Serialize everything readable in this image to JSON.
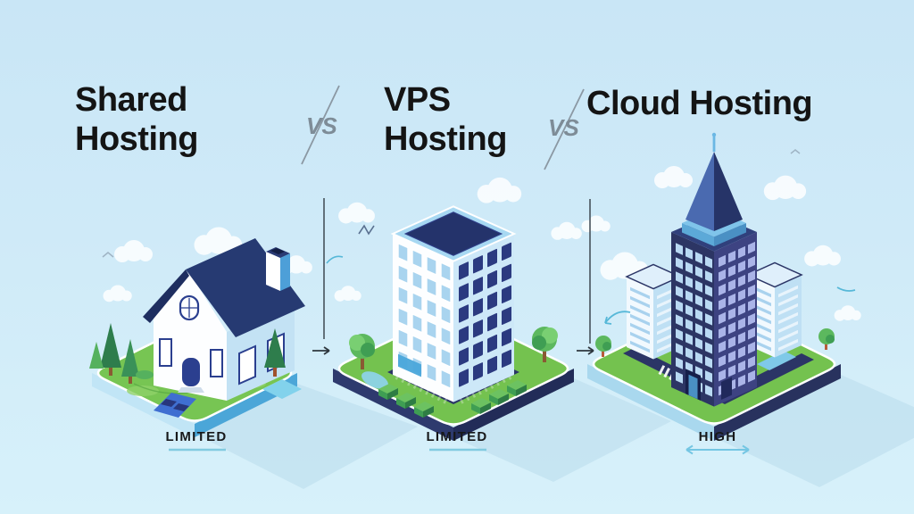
{
  "infographic": {
    "description": "Isometric comparison of web hosting types",
    "vs_label": "VS",
    "columns": [
      {
        "id": "shared-hosting",
        "title_lines": [
          "Shared",
          "Hosting"
        ],
        "illustration": "isometric-house-on-island",
        "scalability": "LIMITED",
        "indicator": "underline"
      },
      {
        "id": "vps-hosting",
        "title_lines": [
          "VPS",
          "Hosting"
        ],
        "illustration": "isometric-office-building-on-island",
        "scalability": "LIMITED",
        "indicator": "underline"
      },
      {
        "id": "cloud-hosting",
        "title_lines": [
          "Cloud Hosting"
        ],
        "illustration": "isometric-skyscraper-with-towers-on-island",
        "scalability": "HIGH",
        "indicator": "double-arrow"
      }
    ],
    "palette": {
      "background": "#cfeaf8",
      "title_text": "#141414",
      "vs_text": "#7e8c97",
      "divider_line": "#47525b",
      "step_arrow": "#2e373e",
      "underline": "#82cbe0",
      "range_arrow": "#74c6e3",
      "roof_navy": "#263a72",
      "window_navy": "#2b3f8f",
      "grass_green": "#74c24f",
      "island_rim_blue": "#4ba6d8",
      "island_rim_navy": "#2b3566",
      "cloud_white": "#fafdff"
    }
  }
}
